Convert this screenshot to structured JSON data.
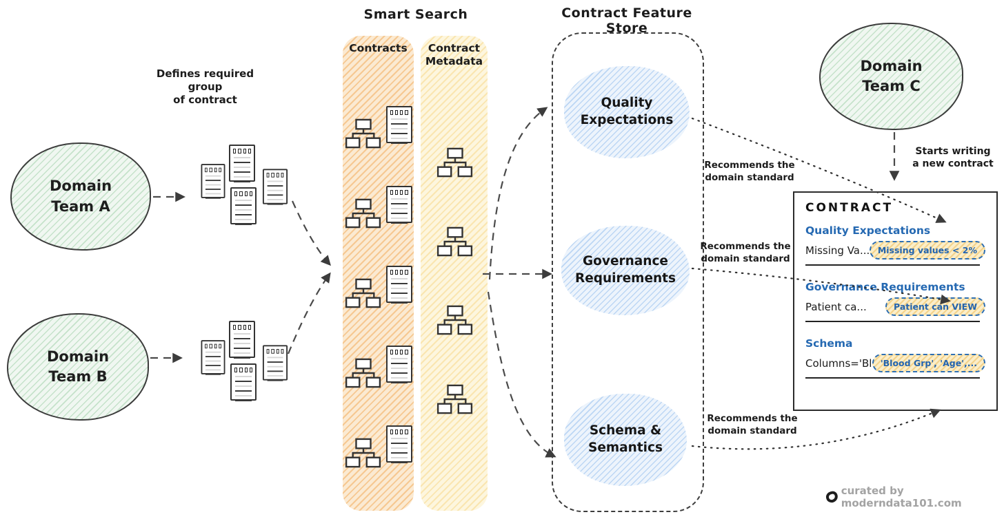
{
  "titles": {
    "smart_search": "Smart Search",
    "feature_store": "Contract Feature Store"
  },
  "teams": {
    "a": "Domain\nTeam A",
    "b": "Domain\nTeam B",
    "c": "Domain\nTeam C"
  },
  "annotations": {
    "defines_group": "Defines required group\nof contract",
    "starts_writing": "Starts writing\na new contract",
    "recommends": "Recommends the\ndomain standard"
  },
  "document_groups": {
    "team_a_docs": 4,
    "team_b_docs": 4
  },
  "smart_search": {
    "columns": [
      {
        "label": "Contracts",
        "icon": "contract-with-tree-icon",
        "icon_count": 5
      },
      {
        "label": "Contract\nMetadata",
        "icon": "metadata-tree-icon",
        "icon_count": 4
      }
    ]
  },
  "feature_store": {
    "features": [
      "Quality\nExpectations",
      "Governance\nRequirements",
      "Schema &\nSemantics"
    ]
  },
  "contract_card": {
    "title": "CONTRACT",
    "sections": [
      {
        "heading": "Quality Expectations",
        "field": "Missing Va...",
        "value": "Missing values < 2%"
      },
      {
        "heading": "Governance Requirements",
        "field": "Patient ca...",
        "value": "Patient can VIEW"
      },
      {
        "heading": "Schema",
        "field": "Columns='Blo...",
        "value": "'Blood Grp', 'Age',..."
      }
    ]
  },
  "footer": {
    "credit": "curated by moderndata101.com"
  },
  "colors": {
    "team_fill": "#f0f7f1",
    "team_hatch": "#91c89b",
    "feature_fill": "#edf4fc",
    "feature_hatch": "#8cb9eb",
    "contracts_col_fill": "#fbead2",
    "contracts_col_hatch": "#f09e42",
    "metadata_col_fill": "#fdf6de",
    "metadata_col_hatch": "#f6d178",
    "pill_fill": "#fbeec9",
    "pill_hatch": "#eebe5a",
    "accent_blue": "#2569b2",
    "ink": "#2f2f2f"
  }
}
